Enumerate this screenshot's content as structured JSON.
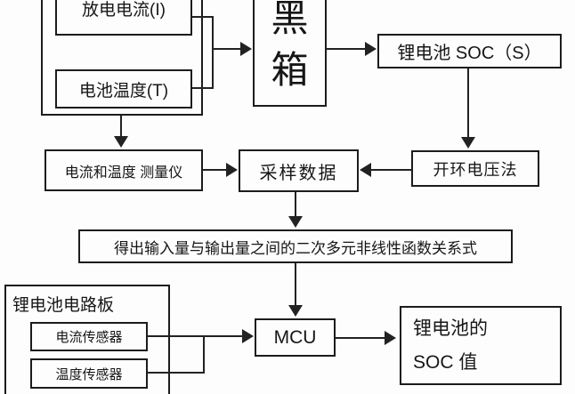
{
  "diagram": {
    "top_group": {
      "discharge_current": "放电电流(I)",
      "battery_temperature": "电池温度(T)"
    },
    "black_box": {
      "char1": "黑",
      "char2": "箱"
    },
    "soc_output": "锂电池 SOC（S）",
    "meter": "电流和温度 测量仪",
    "sampling": "采样数据",
    "open_circuit_voltage": "开环电压法",
    "formula": "得出输入量与输出量之间的二次多元非线性函数关系式",
    "circuit_board": {
      "label": "锂电池电路板",
      "current_sensor": "电流传感器",
      "temperature_sensor": "温度传感器"
    },
    "mcu": "MCU",
    "soc_value": {
      "line1": "锂电池的",
      "line2": "SOC 值"
    },
    "colors": {
      "line": "#222222",
      "background": "#fdfdfd"
    }
  }
}
